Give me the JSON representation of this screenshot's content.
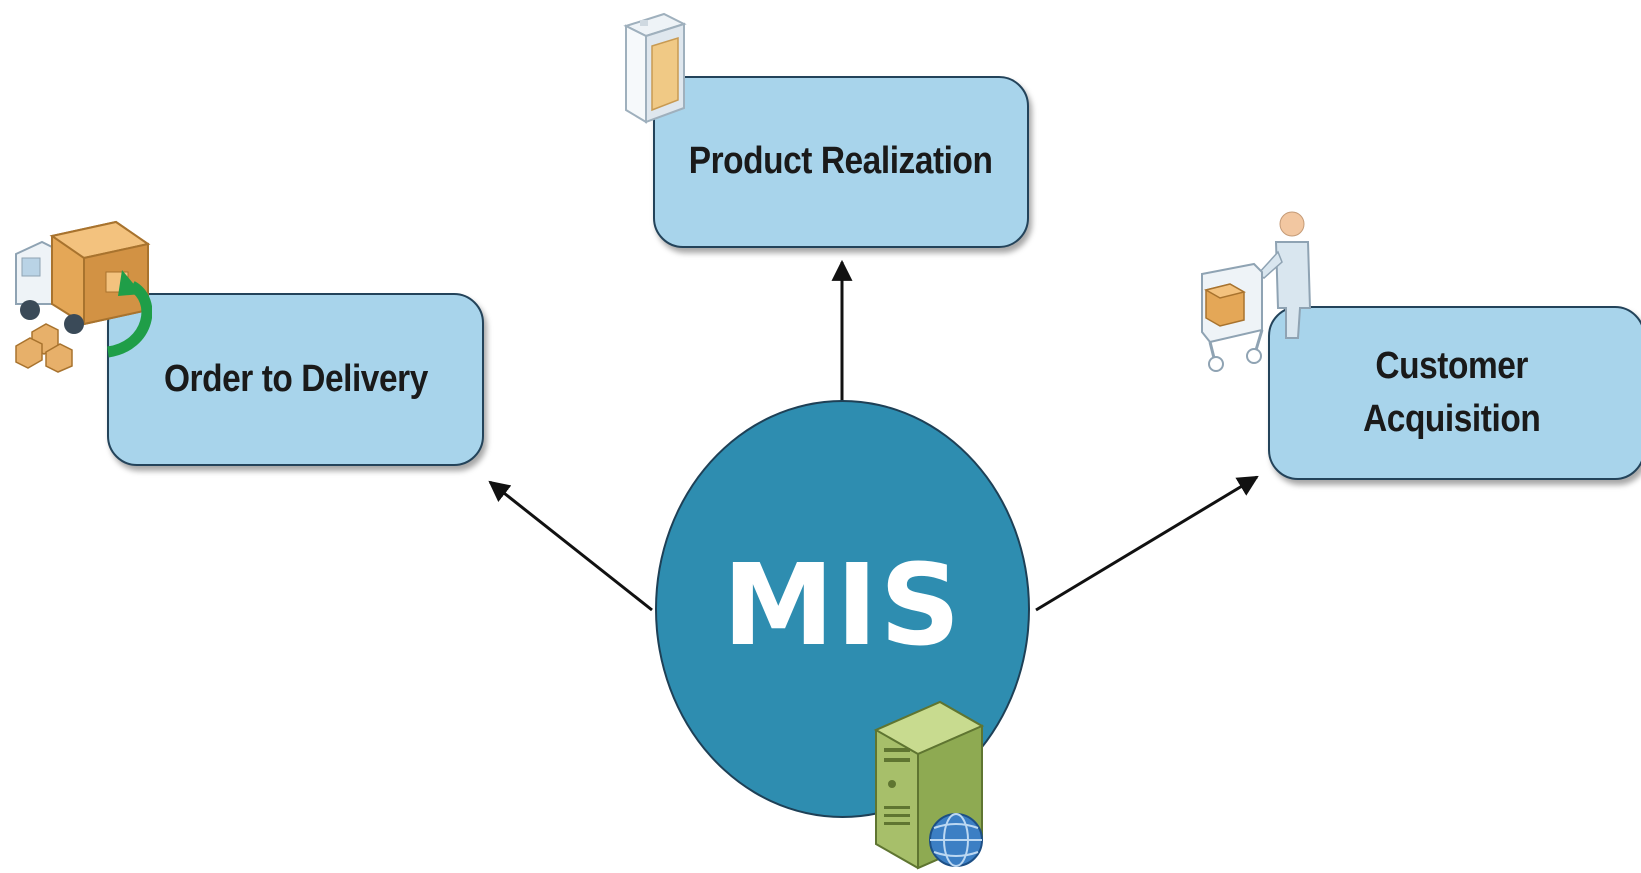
{
  "hub": {
    "label": "MIS",
    "color": "#2e8db0",
    "icon": "server-globe-icon"
  },
  "nodes": {
    "product": {
      "label": "Product Realization",
      "icon": "product-box-icon"
    },
    "order": {
      "label": "Order to Delivery",
      "icon": "delivery-truck-icon"
    },
    "customer": {
      "label": "Customer\nAcquisition",
      "icon": "shopper-cart-icon"
    }
  },
  "colors": {
    "box_fill": "#a8d4eb",
    "box_border": "#23435a",
    "arrow": "#111111"
  }
}
